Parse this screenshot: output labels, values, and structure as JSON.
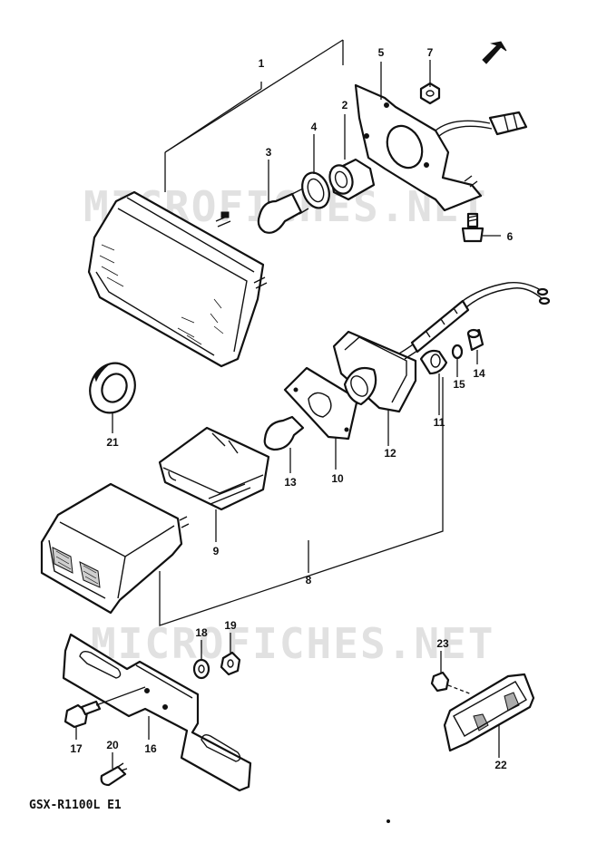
{
  "watermark": "MICROFICHES.NET",
  "model_code": "GSX-R1100L E1",
  "callouts": [
    "1",
    "2",
    "3",
    "4",
    "5",
    "6",
    "7",
    "8",
    "9",
    "10",
    "11",
    "12",
    "13",
    "14",
    "15",
    "16",
    "17",
    "18",
    "19",
    "20",
    "21",
    "22",
    "23"
  ]
}
